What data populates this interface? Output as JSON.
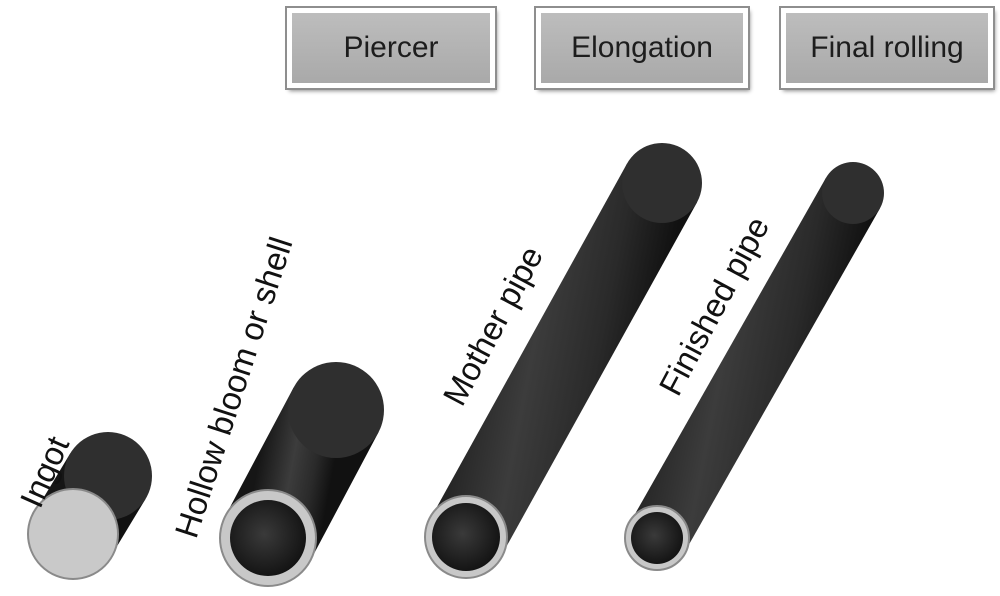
{
  "stages": [
    {
      "label": "Piercer"
    },
    {
      "label": "Elongation"
    },
    {
      "label": "Final rolling"
    }
  ],
  "products": [
    {
      "label": "Ingot"
    },
    {
      "label": "Hollow bloom or shell"
    },
    {
      "label": "Mother pipe"
    },
    {
      "label": "Finished pipe"
    }
  ],
  "colors": {
    "pipe_body": "#2e2e2e",
    "pipe_face": "#c8c8c8",
    "stage_box": "#b3b3b3"
  }
}
